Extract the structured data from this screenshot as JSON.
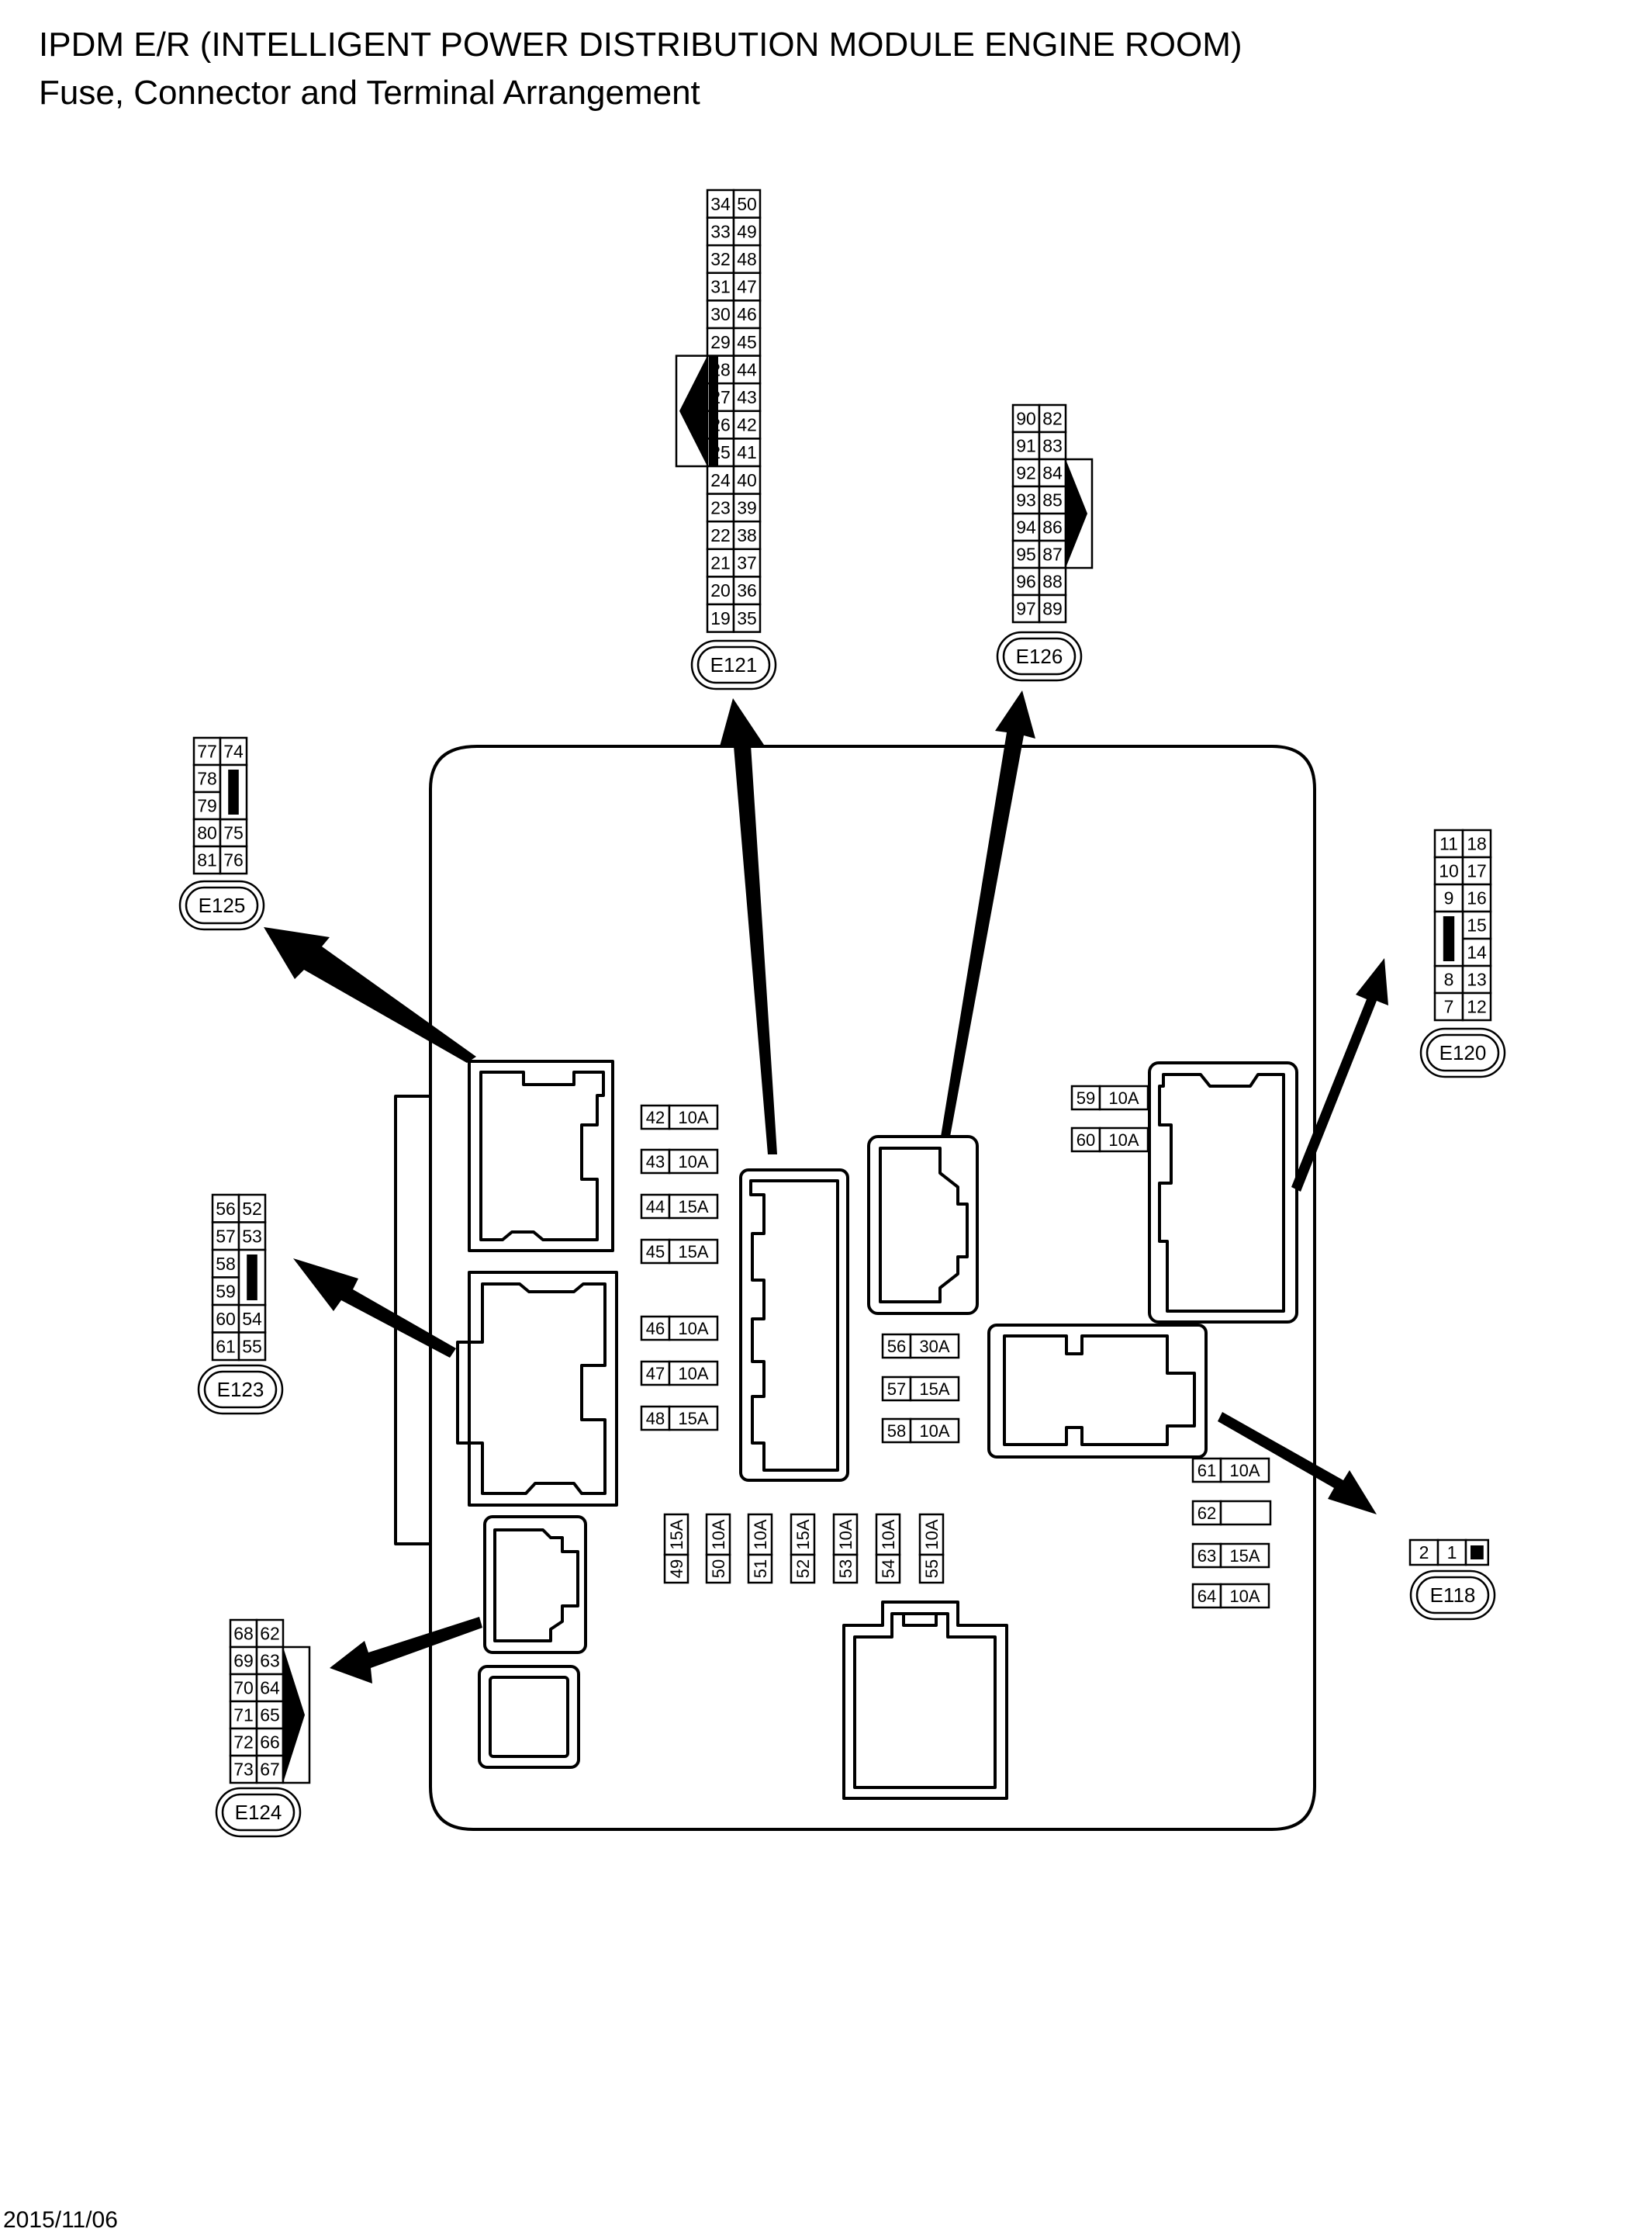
{
  "title": "IPDM E/R (INTELLIGENT POWER DISTRIBUTION MODULE ENGINE ROOM)",
  "subtitle": "Fuse, Connector and Terminal Arrangement",
  "date": "2015/11/06",
  "connectors": [
    {
      "id": "E121",
      "rows": [
        [
          "34",
          "50"
        ],
        [
          "33",
          "49"
        ],
        [
          "32",
          "48"
        ],
        [
          "31",
          "47"
        ],
        [
          "30",
          "46"
        ],
        [
          "29",
          "45"
        ],
        [
          "28",
          "44"
        ],
        [
          "27",
          "43"
        ],
        [
          "26",
          "42"
        ],
        [
          "25",
          "41"
        ],
        [
          "24",
          "40"
        ],
        [
          "23",
          "39"
        ],
        [
          "22",
          "38"
        ],
        [
          "21",
          "37"
        ],
        [
          "20",
          "36"
        ],
        [
          "19",
          "35"
        ]
      ]
    },
    {
      "id": "E126",
      "rows": [
        [
          "90",
          "82"
        ],
        [
          "91",
          "83"
        ],
        [
          "92",
          "84"
        ],
        [
          "93",
          "85"
        ],
        [
          "94",
          "86"
        ],
        [
          "95",
          "87"
        ],
        [
          "96",
          "88"
        ],
        [
          "97",
          "89"
        ]
      ]
    },
    {
      "id": "E125",
      "rows": [
        [
          "77",
          "74"
        ],
        [
          "78",
          ""
        ],
        [
          "79",
          ""
        ],
        [
          "80",
          "75"
        ],
        [
          "81",
          "76"
        ]
      ]
    },
    {
      "id": "E120",
      "rows": [
        [
          "11",
          "18"
        ],
        [
          "10",
          "17"
        ],
        [
          "9",
          "16"
        ],
        [
          "",
          "15"
        ],
        [
          "",
          "14"
        ],
        [
          "8",
          "13"
        ],
        [
          "7",
          "12"
        ]
      ]
    },
    {
      "id": "E123",
      "rows": [
        [
          "56",
          "52"
        ],
        [
          "57",
          "53"
        ],
        [
          "58",
          ""
        ],
        [
          "59",
          ""
        ],
        [
          "60",
          "54"
        ],
        [
          "61",
          "55"
        ]
      ]
    },
    {
      "id": "E124",
      "rows": [
        [
          "68",
          "62"
        ],
        [
          "69",
          "63"
        ],
        [
          "70",
          "64"
        ],
        [
          "71",
          "65"
        ],
        [
          "72",
          "66"
        ],
        [
          "73",
          "67"
        ]
      ]
    },
    {
      "id": "E118",
      "rows": [
        [
          "2",
          "1",
          ""
        ]
      ]
    }
  ],
  "fuses": [
    {
      "num": "42",
      "rating": "10A"
    },
    {
      "num": "43",
      "rating": "10A"
    },
    {
      "num": "44",
      "rating": "15A"
    },
    {
      "num": "45",
      "rating": "15A"
    },
    {
      "num": "46",
      "rating": "10A"
    },
    {
      "num": "47",
      "rating": "10A"
    },
    {
      "num": "48",
      "rating": "15A"
    },
    {
      "num": "59",
      "rating": "10A"
    },
    {
      "num": "60",
      "rating": "10A"
    },
    {
      "num": "56",
      "rating": "30A"
    },
    {
      "num": "57",
      "rating": "15A"
    },
    {
      "num": "58",
      "rating": "10A"
    },
    {
      "num": "61",
      "rating": "10A"
    },
    {
      "num": "62",
      "rating": ""
    },
    {
      "num": "63",
      "rating": "15A"
    },
    {
      "num": "64",
      "rating": "10A"
    },
    {
      "num": "49",
      "rating": "15A"
    },
    {
      "num": "50",
      "rating": "10A"
    },
    {
      "num": "51",
      "rating": "10A"
    },
    {
      "num": "52",
      "rating": "15A"
    },
    {
      "num": "53",
      "rating": "10A"
    },
    {
      "num": "54",
      "rating": "10A"
    },
    {
      "num": "55",
      "rating": "10A"
    }
  ]
}
